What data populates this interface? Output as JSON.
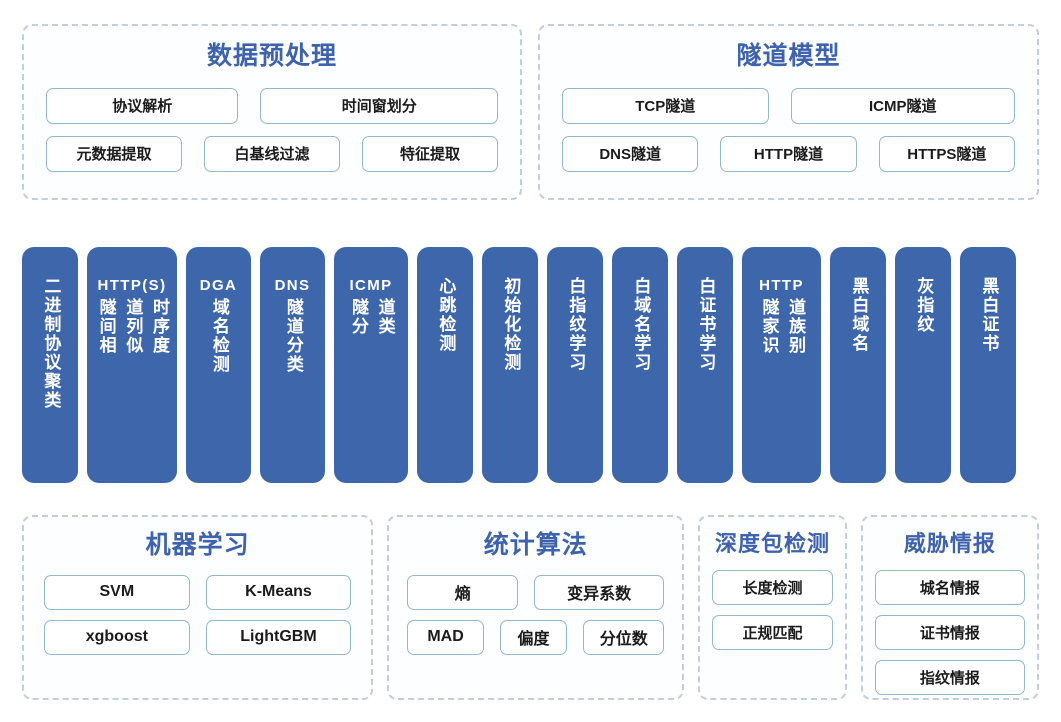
{
  "top_panels": [
    {
      "title": "数据预处理",
      "rows": [
        [
          {
            "label": "协议解析",
            "flex": "1 1 42%"
          },
          {
            "label": "时间窗划分",
            "flex": "1 1 52%"
          }
        ],
        [
          {
            "label": "元数据提取",
            "flex": "1 1 33%"
          },
          {
            "label": "白基线过滤",
            "flex": "1 1 33%"
          },
          {
            "label": "特征提取",
            "flex": "1 1 33%"
          }
        ]
      ]
    },
    {
      "title": "隧道模型",
      "rows": [
        [
          {
            "label": "TCP隧道",
            "flex": "1 1 46%"
          },
          {
            "label": "ICMP隧道",
            "flex": "1 1 50%"
          }
        ],
        [
          {
            "label": "DNS隧道",
            "flex": "1 1 33%"
          },
          {
            "label": "HTTP隧道",
            "flex": "1 1 33%"
          },
          {
            "label": "HTTPS隧道",
            "flex": "1 1 33%"
          }
        ]
      ]
    }
  ],
  "cards": [
    {
      "name": "binary-protocol-clustering",
      "latin": "",
      "width": 56,
      "columns": [
        "二进制协议聚类"
      ]
    },
    {
      "name": "https-tunnel-timeseries-similarity",
      "latin": "HTTP(S)",
      "width": 90,
      "columns": [
        "时序度",
        "道列似",
        "隧间相"
      ]
    },
    {
      "name": "dga-domain-detection",
      "latin": "DGA",
      "width": 65,
      "columns": [
        "域名检测"
      ]
    },
    {
      "name": "dns-tunnel-classification",
      "latin": "DNS",
      "width": 65,
      "columns": [
        "隧道分类"
      ]
    },
    {
      "name": "icmp-tunnel-classification",
      "latin": "ICMP",
      "width": 74,
      "columns": [
        "道类",
        "隧分"
      ]
    },
    {
      "name": "heartbeat-detection",
      "latin": "",
      "width": 56,
      "columns": [
        "心跳检测"
      ]
    },
    {
      "name": "initialization-detection",
      "latin": "",
      "width": 56,
      "columns": [
        "初始化检测"
      ]
    },
    {
      "name": "white-fingerprint-learning",
      "latin": "",
      "width": 56,
      "columns": [
        "白指纹学习"
      ]
    },
    {
      "name": "white-domain-learning",
      "latin": "",
      "width": 56,
      "columns": [
        "白域名学习"
      ]
    },
    {
      "name": "white-certificate-learning",
      "latin": "",
      "width": 56,
      "columns": [
        "白证书学习"
      ]
    },
    {
      "name": "http-tunnel-family-identification",
      "latin": "HTTP",
      "width": 79,
      "columns": [
        "道族别",
        "隧家识"
      ]
    },
    {
      "name": "black-white-domain",
      "latin": "",
      "width": 56,
      "columns": [
        "黑白域名"
      ]
    },
    {
      "name": "gray-fingerprint",
      "latin": "",
      "width": 56,
      "columns": [
        "灰指纹"
      ]
    },
    {
      "name": "black-white-certificate",
      "latin": "",
      "width": 56,
      "columns": [
        "黑白证书"
      ]
    }
  ],
  "bottom_panels": [
    {
      "key": "machine-learning",
      "title": "机器学习",
      "rows": [
        [
          {
            "label": "SVM",
            "flex": "1 1 50%"
          },
          {
            "label": "K-Means",
            "flex": "1 1 50%"
          }
        ],
        [
          {
            "label": "xgboost",
            "flex": "1 1 50%"
          },
          {
            "label": "LightGBM",
            "flex": "1 1 50%"
          }
        ]
      ]
    },
    {
      "key": "statistical-algorithms",
      "title": "统计算法",
      "rows": [
        [
          {
            "label": "熵",
            "flex": "1 1 46%"
          },
          {
            "label": "变异系数",
            "flex": "1 1 54%"
          }
        ],
        [
          {
            "label": "MAD",
            "flex": "1 1 34%"
          },
          {
            "label": "偏度",
            "flex": "1 1 30%"
          },
          {
            "label": "分位数",
            "flex": "1 1 36%"
          }
        ]
      ]
    },
    {
      "key": "deep-packet-inspection",
      "title": "深度包检测",
      "rows": [
        [
          {
            "label": "长度检测",
            "flex": "1 1 100%"
          }
        ],
        [
          {
            "label": "正规匹配",
            "flex": "1 1 100%"
          }
        ]
      ]
    },
    {
      "key": "threat-intelligence",
      "title": "威胁情报",
      "rows": [
        [
          {
            "label": "城名情报",
            "flex": "1 1 100%"
          }
        ],
        [
          {
            "label": "证书情报",
            "flex": "1 1 100%"
          }
        ],
        [
          {
            "label": "指纹情报",
            "flex": "1 1 100%"
          }
        ]
      ]
    }
  ],
  "colors": {
    "card_blue": "#3e67ab",
    "title_blue": "#3e62ad",
    "chip_border": "#93b8c9",
    "panel_dash": "#c3cddb",
    "card_text": "#ffffff",
    "chip_text": "#1b1b1b"
  }
}
